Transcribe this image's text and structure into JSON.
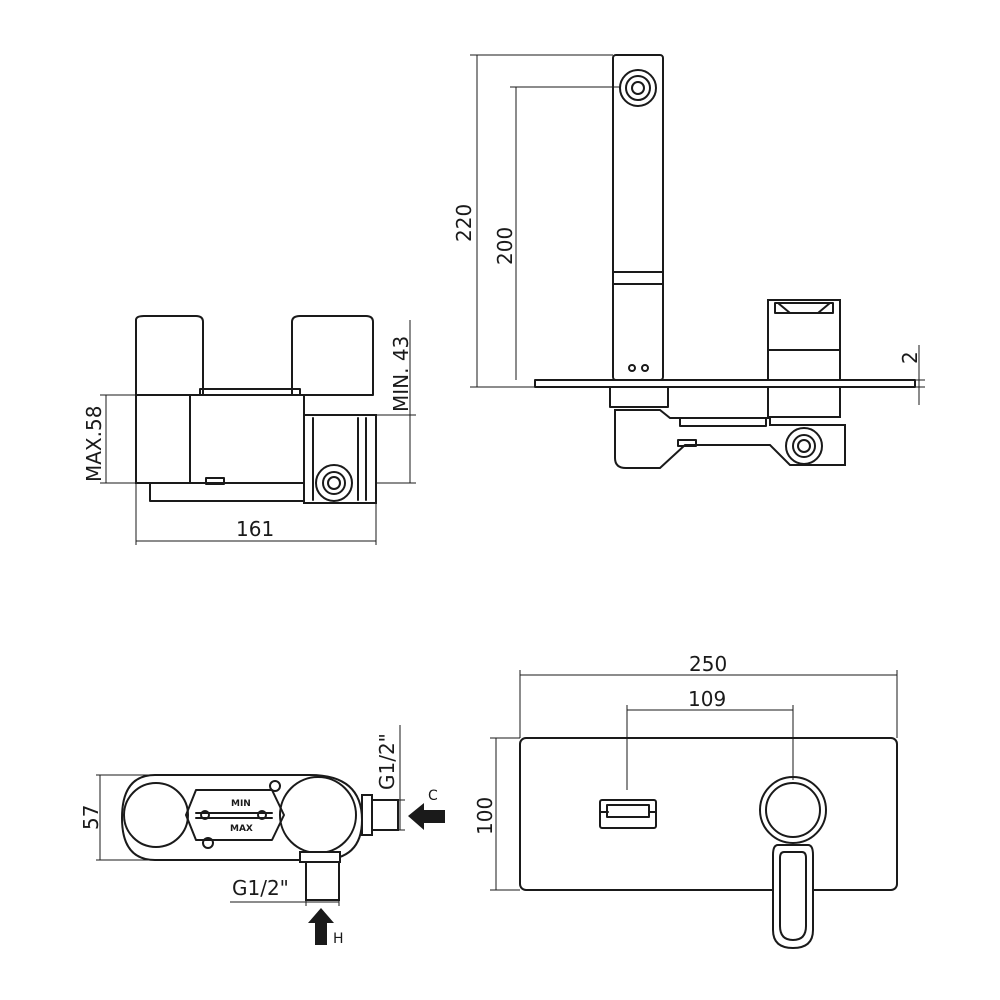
{
  "dimensions": {
    "front_max": "MAX.58",
    "front_min": "MIN. 43",
    "front_width": "161",
    "side_total_height": "220",
    "side_spout_height": "200",
    "side_plate_thickness": "2",
    "top_depth": "57",
    "top_outlet_thread": "G1/2\"",
    "top_inlet_thread": "G1/2\"",
    "plate_width": "250",
    "plate_spacing": "109",
    "plate_height": "100"
  },
  "inlets": {
    "cold": "C",
    "hot": "H"
  },
  "valve_marks": {
    "min": "MIN",
    "max": "MAX"
  }
}
